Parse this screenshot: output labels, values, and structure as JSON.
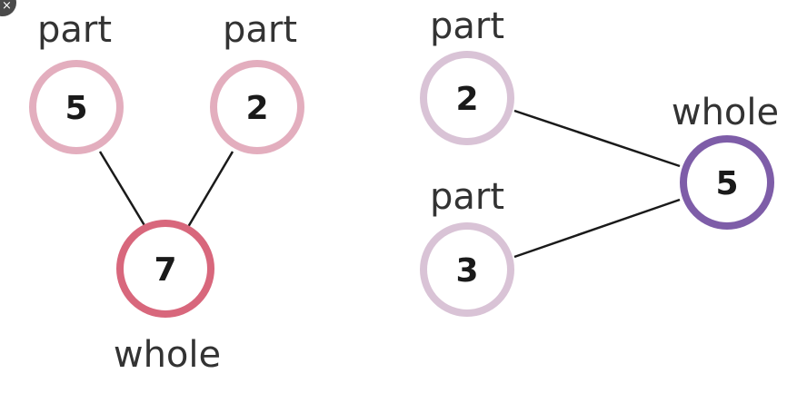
{
  "colors": {
    "part_left": "#E3AEBE",
    "whole_left": "#D8677C",
    "part_right": "#D9C3D6",
    "whole_right": "#7E5DA8"
  },
  "left_diagram": {
    "part_label_1": "part",
    "part_label_2": "part",
    "part_value_1": "5",
    "part_value_2": "2",
    "whole_value": "7",
    "whole_label": "whole"
  },
  "right_diagram": {
    "part_label_1": "part",
    "part_label_2": "part",
    "part_value_1": "2",
    "part_value_2": "3",
    "whole_value": "5",
    "whole_label": "whole"
  },
  "close_icon": "×"
}
